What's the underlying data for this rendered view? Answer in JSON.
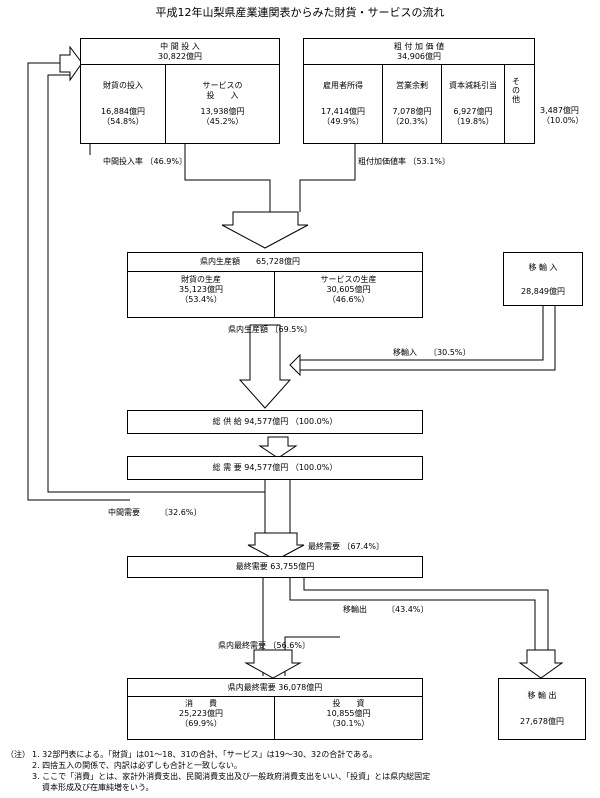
{
  "title": "平成12年山梨県産業連関表からみた財貨・サービスの流れ",
  "intermediate_input": {
    "head": "中 間 投 入",
    "total": "30,822億円",
    "goods_label": "財貨の投入",
    "goods_value": "16,884億円",
    "goods_pct": "（54.8%）",
    "services_label_1": "サービスの",
    "services_label_2": "投　　入",
    "services_value": "13,938億円",
    "services_pct": "（45.2%）"
  },
  "gross_value_added": {
    "head": "粗 付 加 価 値",
    "total": "34,906億円",
    "employee_label": "雇用者所得",
    "employee_value": "17,414億円",
    "employee_pct": "（49.9%）",
    "operating_label": "営業余剰",
    "operating_value": "7,078億円",
    "operating_pct": "（20.3%）",
    "depreciation_label": "資本減耗引当",
    "depreciation_value": "6,927億円",
    "depreciation_pct": "（19.8%）",
    "other_label": "その他",
    "other_value": "3,487億円",
    "other_pct": "（10.0%）"
  },
  "rates": {
    "intermediate_input_rate": "中間投入率 〔46.9%〕",
    "value_added_rate": "粗付加価値率 〔53.1%〕"
  },
  "prefectural_production": {
    "head": "県内生産額　　65,728億円",
    "goods_label": "財貨の生産",
    "goods_value": "35,123億円",
    "goods_pct": "（53.4%）",
    "services_label": "サービスの生産",
    "services_value": "30,605億円",
    "services_pct": "（46.6%）"
  },
  "imports": {
    "head": "移 輸 入",
    "value": "28,849億円"
  },
  "flow_labels": {
    "production_share": "県内生産額 〔69.5%〕",
    "imports_share": "移輸入　　〔30.5%〕",
    "intermediate_demand": "中間需要　　　〔32.6%〕",
    "final_demand_share": "最終需要 〔67.4%〕",
    "exports_share": "移輸出　　　〔43.4%〕",
    "domestic_final_share": "県内最終需要 〔56.6%〕"
  },
  "total_supply": "総 供 給 94,577億円 （100.0%）",
  "total_demand": "総 需 要 94,577億円 （100.0%）",
  "final_demand": "最終需要 63,755億円",
  "domestic_final_demand": {
    "head": "県内最終需要 36,078億円",
    "consumption_label": "消　　費",
    "consumption_value": "25,223億円",
    "consumption_pct": "（69.9%）",
    "investment_label": "投　　資",
    "investment_value": "10,855億円",
    "investment_pct": "（30.1%）"
  },
  "exports": {
    "head": "移 輸 出",
    "value": "27,678億円"
  },
  "notes": {
    "prefix": "（注）",
    "n1": "1. 32部門表による。「財貨」は01～18、31の合計、「サービス」は19～30、32の合計である。",
    "n2": "2. 四捨五入の関係で、内訳は必ずしも合計と一致しない。",
    "n3a": "3. ここで「消費」とは、家計外消費支出、民間消費支出及び一般政府消費支出をいい、「投資」とは県内総固定",
    "n3b": "資本形成及び在庫純増をいう。"
  }
}
